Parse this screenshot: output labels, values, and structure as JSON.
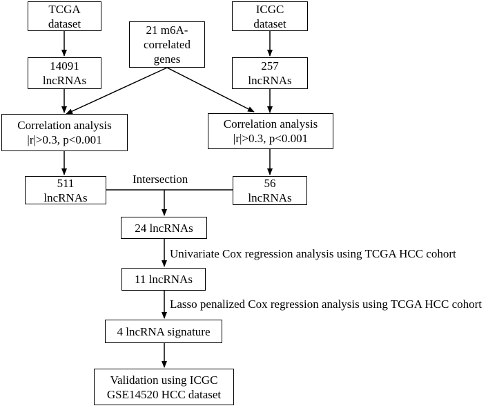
{
  "nodes": {
    "tcga_dataset": [
      "TCGA",
      "dataset"
    ],
    "icgc_dataset": [
      "ICGC",
      "dataset"
    ],
    "m6a_genes": [
      "21 m6A-",
      "correlated",
      "genes"
    ],
    "tcga_lncrnas": [
      "14091",
      "lncRNAs"
    ],
    "icgc_lncrnas": [
      "257",
      "lncRNAs"
    ],
    "tcga_correlation": [
      "Correlation analysis",
      "|r|>0.3, p<0.001"
    ],
    "icgc_correlation": [
      "Correlation analysis",
      "|r|>0.3, p<0.001"
    ],
    "tcga_filtered": [
      "511",
      "lncRNAs"
    ],
    "icgc_filtered": [
      "56",
      "lncRNAs"
    ],
    "intersect_result": "24 lncRNAs",
    "univariate_result": "11 lncRNAs",
    "signature": "4 lncRNA signature",
    "validation": [
      "Validation using ICGC",
      "GSE14520 HCC dataset"
    ]
  },
  "edge_labels": {
    "intersection": "Intersection",
    "univariate": "Univariate Cox regression analysis using TCGA HCC cohort",
    "lasso": "Lasso penalized Cox regression analysis using TCGA HCC cohort"
  }
}
